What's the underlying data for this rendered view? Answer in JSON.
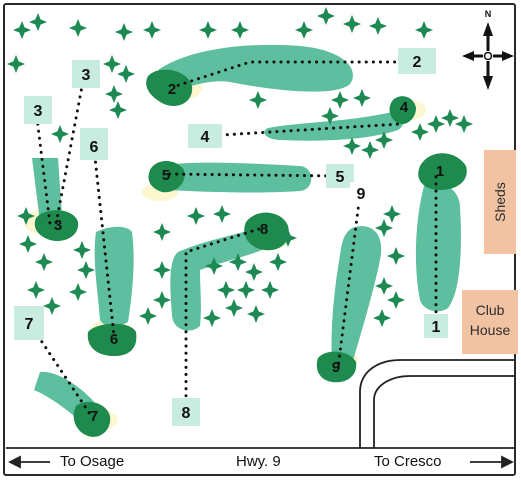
{
  "compass": {
    "north_label": "N"
  },
  "road": {
    "name": "Hwy. 9",
    "left_direction": "To Osage",
    "right_direction": "To Cresco"
  },
  "buildings": {
    "sheds": "Sheds",
    "clubhouse_line1": "Club",
    "clubhouse_line2": "House"
  },
  "holes": [
    {
      "number": "1",
      "tee_label": "1",
      "green_label": "1"
    },
    {
      "number": "2",
      "tee_label": "2",
      "green_label": "2"
    },
    {
      "number": "3",
      "tee_label": "3",
      "green_label": "3"
    },
    {
      "number": "4",
      "tee_label": "4",
      "green_label": "4"
    },
    {
      "number": "5",
      "tee_label": "5",
      "green_label": "5"
    },
    {
      "number": "6",
      "tee_label": "6",
      "green_label": "6"
    },
    {
      "number": "7",
      "tee_label": "7",
      "green_label": "7"
    },
    {
      "number": "8",
      "tee_label": "8",
      "green_label": "8"
    },
    {
      "number": "9",
      "tee_label": "9",
      "green_label": "9"
    }
  ],
  "colors": {
    "fairway": "#5dbf9f",
    "green": "#1f8a4d",
    "tee_box": "#c8ece0",
    "tree": "#1c8a52",
    "path_dots": "#111111",
    "buildings": "#f2c3a3",
    "glow": "#fdf6c8"
  }
}
